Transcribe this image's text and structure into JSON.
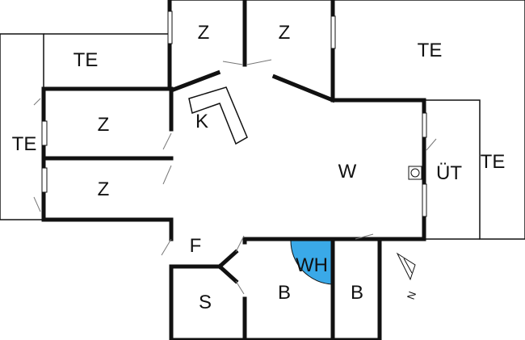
{
  "rooms": {
    "te_left": "TE",
    "te_far_left": "TE",
    "te_top_right": "TE",
    "te_right": "TE",
    "z_top1": "Z",
    "z_top2": "Z",
    "z_mid": "Z",
    "z_low": "Z",
    "k": "K",
    "w": "W",
    "ut": "ÜT",
    "f": "F",
    "s": "S",
    "wh": "WH",
    "b1": "B",
    "b2": "B"
  },
  "compass": {
    "north_label": "N"
  },
  "colors": {
    "walls": "#111111",
    "wh_highlight": "#3aa9e8",
    "background": "#ffffff"
  }
}
